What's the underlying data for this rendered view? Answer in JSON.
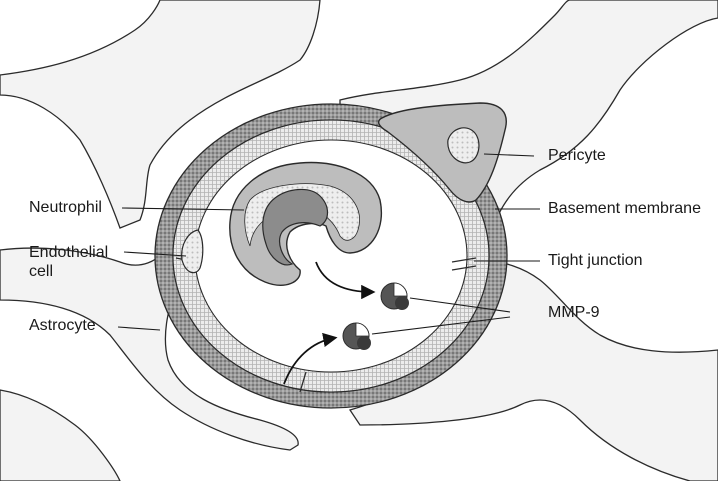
{
  "labels": {
    "neutrophil": "Neutrophil",
    "endothelial_line1": "Endothelial",
    "endothelial_line2": "cell",
    "astrocyte": "Astrocyte",
    "pericyte": "Pericyte",
    "basement_membrane": "Basement membrane",
    "tight_junction": "Tight junction",
    "mmp9": "MMP-9"
  },
  "colors": {
    "astrocyte_fill": "#f3f3f3",
    "outline": "#2b2b2b",
    "basement_membrane": "#8a8a8a",
    "endothelium": "#dedede",
    "cell_fill": "#bdbdbd",
    "nucleus_fill": "#e6e6e6",
    "neutrophil_nucleus": "#8c8c8c",
    "mmp9": "#555555"
  }
}
